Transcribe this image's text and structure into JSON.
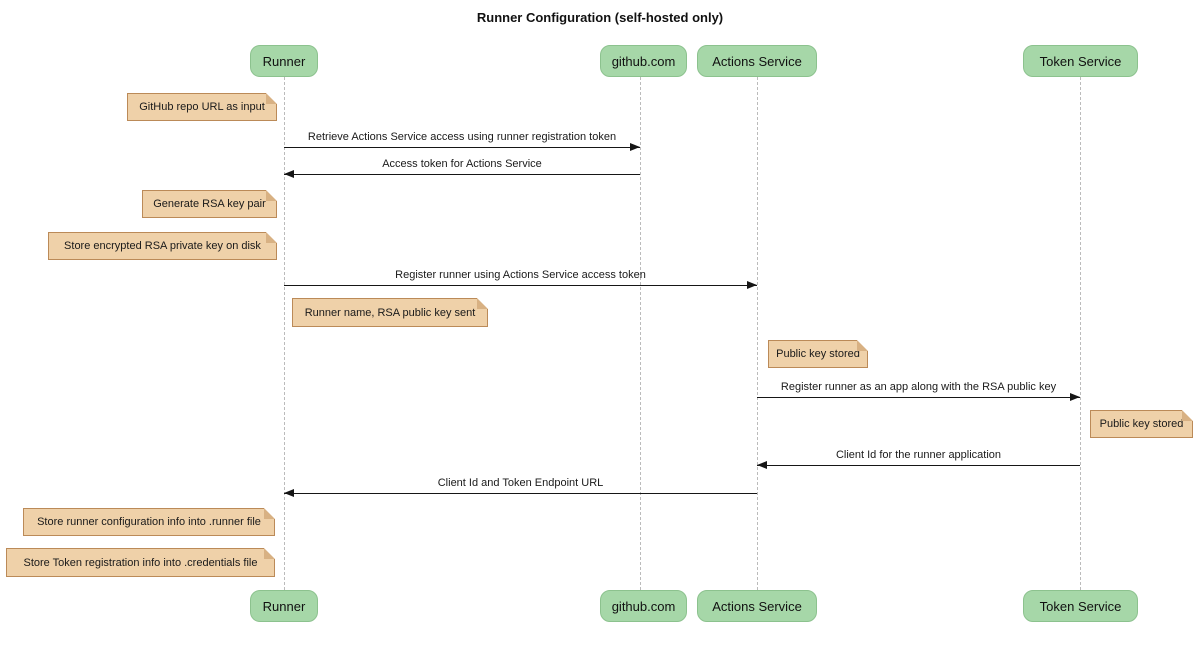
{
  "title": "Runner Configuration (self-hosted only)",
  "diagram_type": "sequence-diagram",
  "actors": [
    {
      "label": "Runner"
    },
    {
      "label": "github.com"
    },
    {
      "label": "Actions Service"
    },
    {
      "label": "Token Service"
    }
  ],
  "messages": [
    {
      "text": "Retrieve Actions Service access using runner registration token",
      "from": "Runner",
      "to": "github.com",
      "direction": "right"
    },
    {
      "text": "Access token for Actions Service",
      "from": "github.com",
      "to": "Runner",
      "direction": "left"
    },
    {
      "text": "Register runner using Actions Service access token",
      "from": "Runner",
      "to": "Actions Service",
      "direction": "right"
    },
    {
      "text": "Register runner as an app along with the RSA public key",
      "from": "Actions Service",
      "to": "Token Service",
      "direction": "right"
    },
    {
      "text": "Client Id for the runner application",
      "from": "Token Service",
      "to": "Actions Service",
      "direction": "left"
    },
    {
      "text": "Client Id and Token Endpoint URL",
      "from": "Actions Service",
      "to": "Runner",
      "direction": "left"
    }
  ],
  "notes": [
    {
      "text": "GitHub repo URL as input",
      "position": "left of Runner"
    },
    {
      "text": "Generate RSA key pair",
      "position": "left of Runner"
    },
    {
      "text": "Store encrypted RSA private key on disk",
      "position": "left of Runner"
    },
    {
      "text": "Runner name, RSA public key sent",
      "position": "right of Runner"
    },
    {
      "text": "Public key stored",
      "position": "right of Actions Service"
    },
    {
      "text": "Public key stored",
      "position": "right of Token Service"
    },
    {
      "text": "Store runner configuration info into .runner file",
      "position": "left of Runner"
    },
    {
      "text": "Store Token registration info into .credentials file",
      "position": "left of Runner"
    }
  ],
  "colors": {
    "actor_fill": "#a6d7a8",
    "actor_border": "#8cc28e",
    "note_fill": "#efd1a9",
    "note_border": "#bb8a58",
    "lifeline": "#bbbbbb",
    "line": "#161616",
    "background": "#ffffff"
  }
}
